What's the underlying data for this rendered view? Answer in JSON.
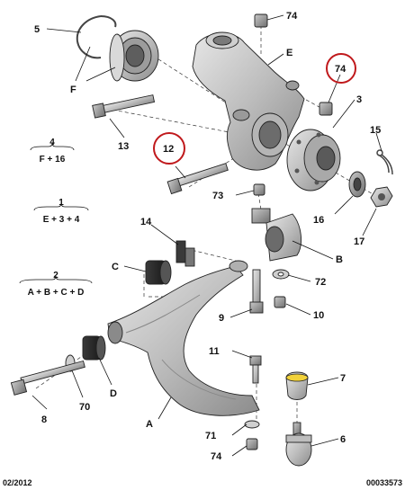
{
  "callouts": {
    "n5": "5",
    "nF": "F",
    "n74_top": "74",
    "nE": "E",
    "n74_mid": "74",
    "n3": "3",
    "n13": "13",
    "n12": "12",
    "n15": "15",
    "n73": "73",
    "n16": "16",
    "n17": "17",
    "n14": "14",
    "nB": "B",
    "nC": "C",
    "n72": "72",
    "n9": "9",
    "n10": "10",
    "n11": "11",
    "n7": "7",
    "nD": "D",
    "n70": "70",
    "n8": "8",
    "nA": "A",
    "n71": "71",
    "n6": "6",
    "n74_bot": "74"
  },
  "groups": {
    "g4": {
      "num": "4",
      "formula": "F + 16"
    },
    "g1": {
      "num": "1",
      "formula": "E + 3 + 4"
    },
    "g2": {
      "num": "2",
      "formula": "A + B + C + D"
    }
  },
  "footer": {
    "date": "02/2012",
    "ref": "00033573"
  },
  "highlight_color": "#c0191c"
}
